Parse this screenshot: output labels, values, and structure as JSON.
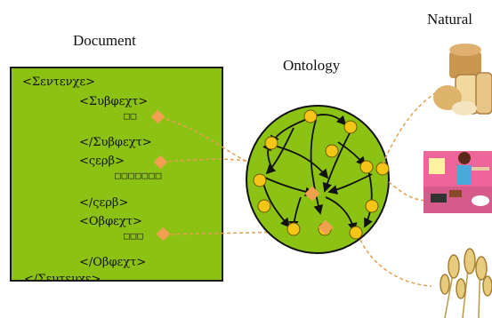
{
  "titles": {
    "document": "Document",
    "ontology": "Ontology",
    "natural": "Natural"
  },
  "document_lines": {
    "sentence_open": "<Σεντενχε>",
    "subject_open": "<Συβφεχτ>",
    "subject_words": "□□",
    "subject_close": "</Συβφεχτ>",
    "verb_open": "<ςερβ>",
    "verb_words": "□□□□□□□",
    "verb_close": "</ςερβ>",
    "object_open": "<Οβφεχτ>",
    "object_words": "□□□",
    "object_close": "</Οβφεχτ>",
    "sentence_close": "</Σεντενχε>"
  },
  "colors": {
    "doc_fill": "#8cc214",
    "ontology_fill": "#8cc214",
    "node_fill": "#f5c518",
    "link_color": "#e8a050",
    "diamond_fill": "#f0a050"
  },
  "natural_images": [
    "bread-image",
    "kitchen-image",
    "wheat-image"
  ]
}
